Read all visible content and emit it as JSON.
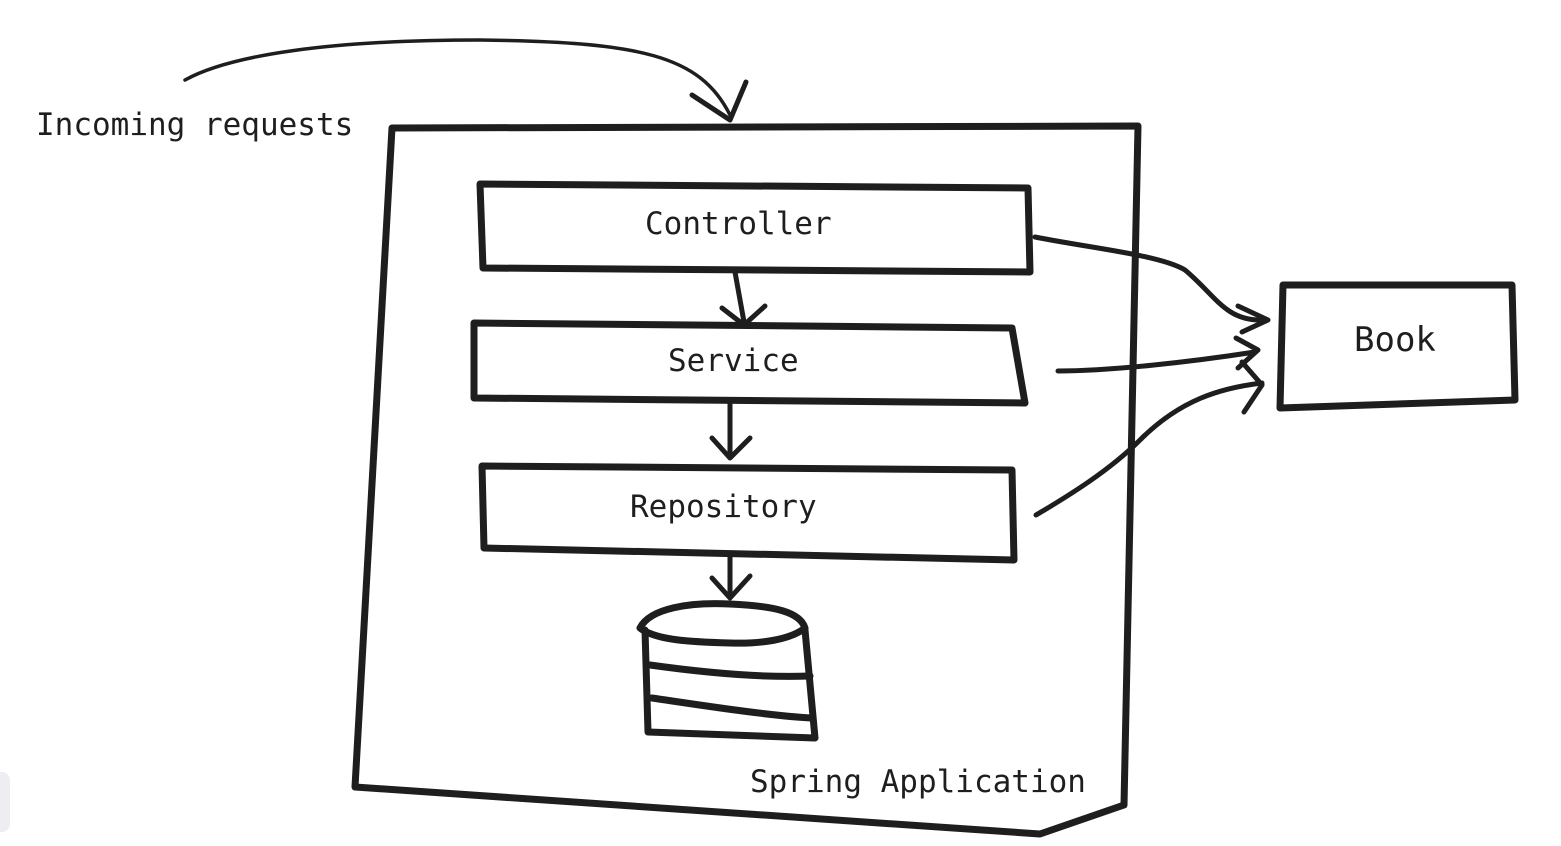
{
  "diagram": {
    "incoming_label": "Incoming requests",
    "container_label": "Spring Application",
    "layers": {
      "controller": "Controller",
      "service": "Service",
      "repository": "Repository"
    },
    "entity_label": "Book",
    "database_icon": "database-icon",
    "stroke_color": "#1e1e1e",
    "background_color": "#ffffff"
  }
}
